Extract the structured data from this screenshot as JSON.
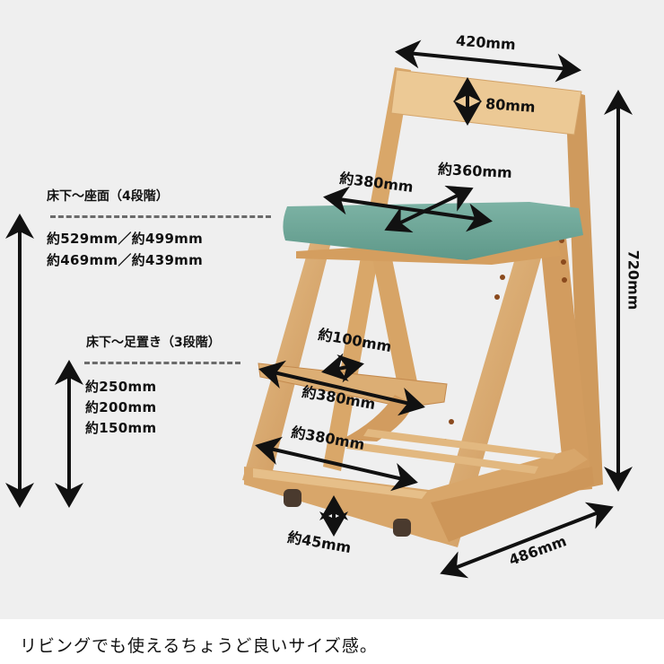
{
  "seat_height": {
    "title": "床下〜座面（4段階）",
    "values": [
      "約529mm／約499mm",
      "約469mm／約439mm"
    ]
  },
  "footrest_height": {
    "title": "床下〜足置き（3段階）",
    "values": [
      "約250mm",
      "約200mm",
      "約150mm"
    ]
  },
  "dimensions": {
    "backrest_width": "420mm",
    "backrest_height": "80mm",
    "seat_width": "約380mm",
    "seat_depth": "約360mm",
    "footrest_depth": "約100mm",
    "footrest_width": "約380mm",
    "base_width": "約380mm",
    "floor_clearance": "約45mm",
    "depth": "486mm",
    "height": "720mm"
  },
  "caption": "リビングでも使えるちょうど良いサイズ感。",
  "colors": {
    "background": "#efefef",
    "wood": "#dcae74",
    "wood_dark": "#c48a4e",
    "cushion": "#6fa89a",
    "dash": "#6b6b6b"
  }
}
